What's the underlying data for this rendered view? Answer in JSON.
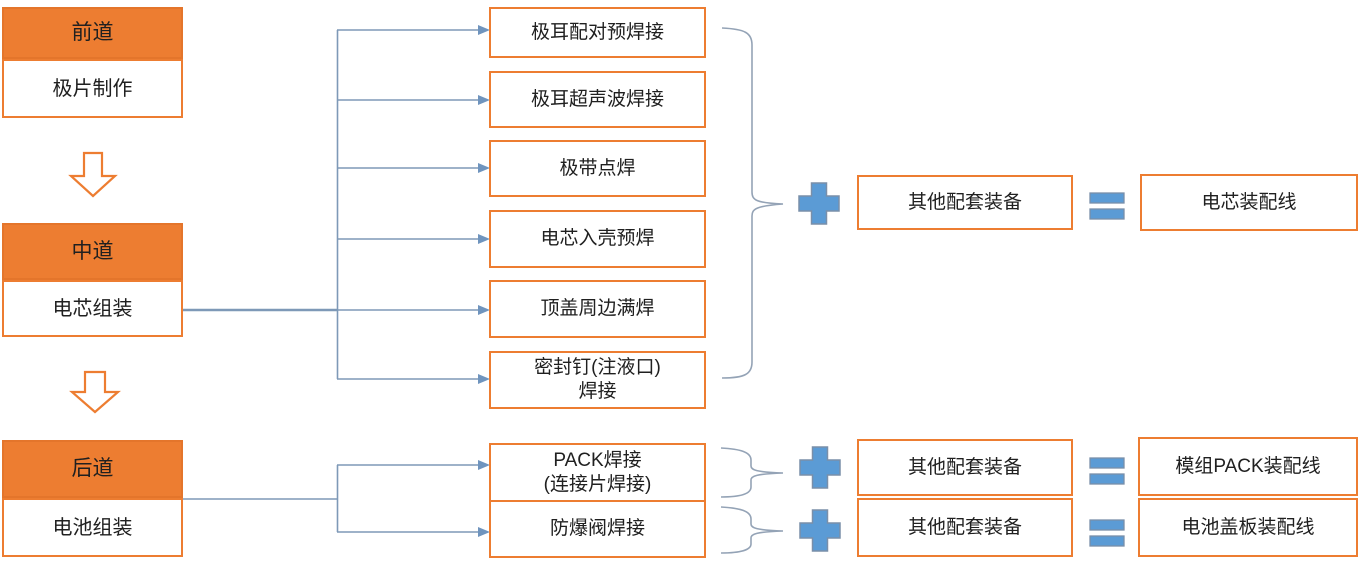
{
  "stages": [
    {
      "header": "前道",
      "body": "极片制作"
    },
    {
      "header": "中道",
      "body": "电芯组装"
    },
    {
      "header": "后道",
      "body": "电池组装"
    }
  ],
  "cell_welding_processes": [
    {
      "line1": "极耳配对预焊接"
    },
    {
      "line1": "极耳超声波焊接"
    },
    {
      "line1": "极带点焊"
    },
    {
      "line1": "电芯入壳预焊"
    },
    {
      "line1": "顶盖周边满焊"
    },
    {
      "line1": "密封钉(注液口)",
      "line2": "焊接"
    }
  ],
  "pack_welding_processes": [
    {
      "line1": "PACK焊接",
      "line2": "(连接片焊接)"
    },
    {
      "line1": "防爆阀焊接"
    }
  ],
  "assembly_rows": [
    {
      "other": "其他配套装备",
      "result": "电芯装配线"
    },
    {
      "other": "其他配套装备",
      "result": "模组PACK装配线"
    },
    {
      "other": "其他配套装备",
      "result": "电池盖板装配线"
    }
  ],
  "icons": {
    "plus": "plus-icon",
    "equals": "equals-icon",
    "down_arrow": "down-arrow-icon",
    "arrowhead": "arrowhead-icon",
    "brace": "curly-brace"
  },
  "colors": {
    "orange": "#ED7D31",
    "connector": "#7E99B7",
    "arrowhead": "#6F94BE",
    "brace": "#94A3B6",
    "icon_fill": "#5B9BD5",
    "icon_stroke": "#7A8FA9",
    "text": "#202020"
  }
}
